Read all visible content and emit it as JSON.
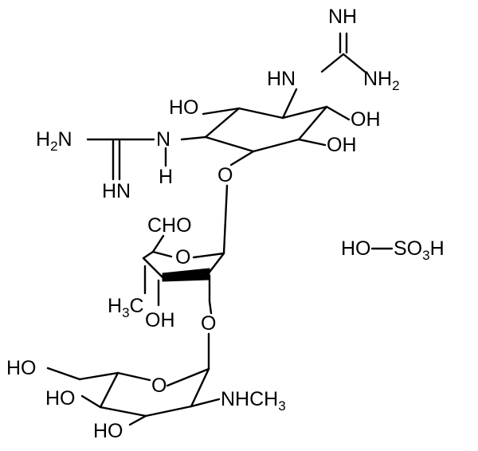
{
  "colors": {
    "bond": "#000000",
    "background": "#ffffff"
  },
  "labels": {
    "guan_top_nh": "NH",
    "guan_top_nh2_main": "NH",
    "guan_top_nh2_sub": "2",
    "guan_top_hn": "HN",
    "ring1_ho_left": "HO",
    "ring1_oh_right": "OH",
    "ring1_oh_lower": "OH",
    "guan_left_h2n_main": "H",
    "guan_left_h2n_sub": "2",
    "guan_left_h2n_n": "N",
    "guan_left_nh_n": "N",
    "guan_left_nh_h": "H",
    "guan_left_hn_bottom": "HN",
    "glyco_o_1": "O",
    "cho": "CHO",
    "ring2_o": "O",
    "methyl_h": "H",
    "methyl_sub": "3",
    "methyl_c": "C",
    "ring2_oh": "OH",
    "glyco_o_2": "O",
    "sulfate_ho": "HO",
    "sulfate_so": "SO",
    "sulfate_sub": "3",
    "sulfate_h": "H",
    "ring3_ho_ch2": "HO",
    "ring3_o": "O",
    "ring3_ho_mid": "HO",
    "ring3_ho_bottom": "HO",
    "nhch_main": "NHCH",
    "nhch_sub": "3"
  }
}
